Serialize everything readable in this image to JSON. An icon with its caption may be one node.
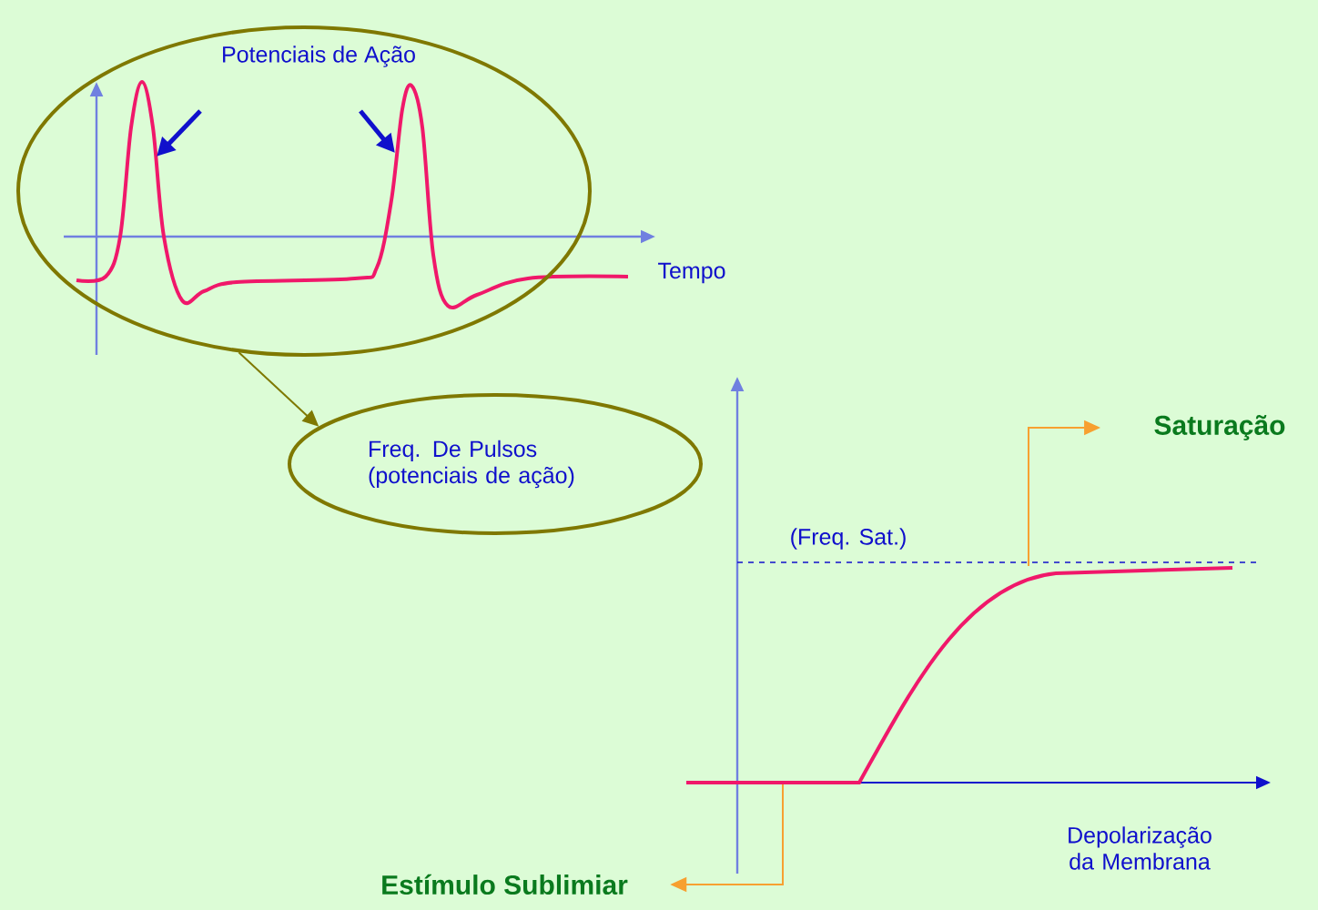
{
  "diagram": {
    "nodes": [
      {
        "text": [
          "Potenciais de Ação"
        ]
      },
      {
        "text": [
          "Freq. De Pulsos (potenciais de ação)"
        ]
      },
      {
        "text": [
          "Saturação"
        ]
      },
      {
        "text": [
          "Estímulo Sublimiar"
        ]
      },
      {
        "text": [],
        "shape": "curve"
      }
    ],
    "edges": [
      {
        "from": 0,
        "to": 1,
        "arrow": "to",
        "color": "#7f7800"
      },
      {
        "from": 4,
        "to": 2,
        "arrow": "to",
        "color": "#f7a030"
      },
      {
        "from": 4,
        "to": 3,
        "arrow": "to",
        "color": "#f7a030"
      }
    ],
    "labels": [
      "Tempo",
      "(Freq. Sat.)",
      "Depolarização da Membrana"
    ]
  }
}
